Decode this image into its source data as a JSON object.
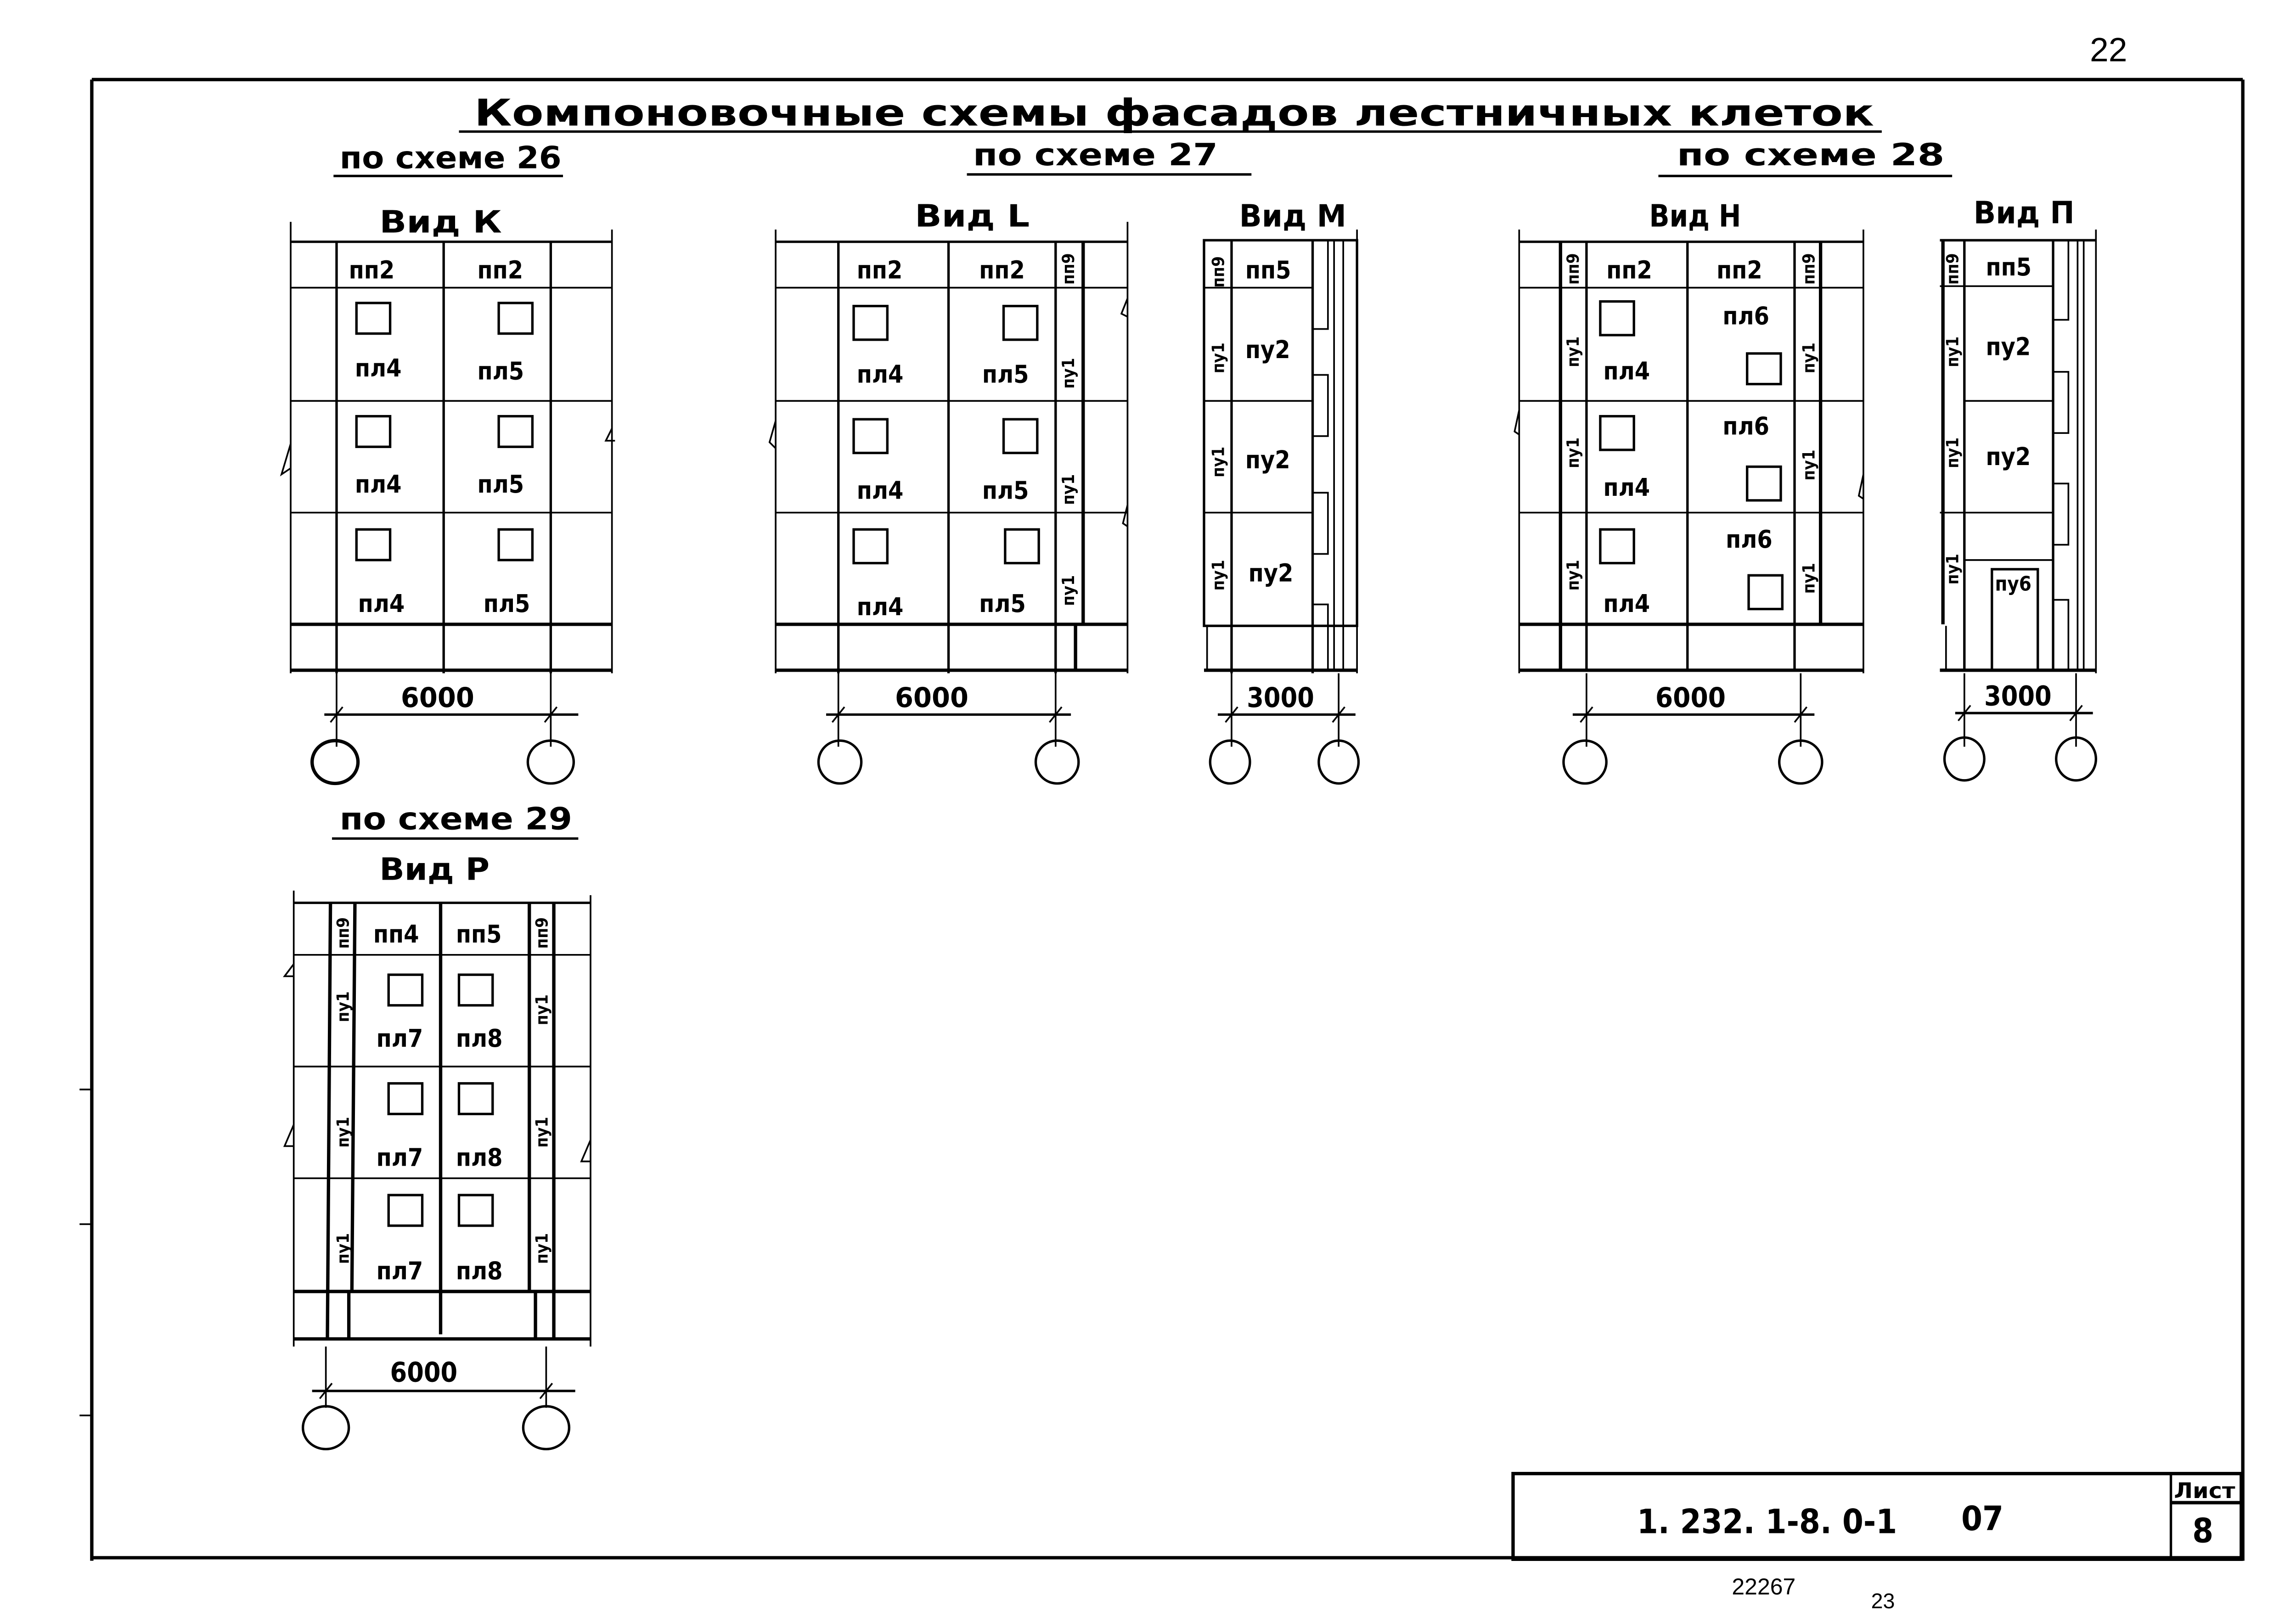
{
  "page": {
    "page_number_top": "22",
    "footer_left_number": "22267",
    "footer_right_number": "23",
    "title": "Компоновочные схемы фасадов лестничных клеток"
  },
  "title_block": {
    "designation": "1. 232. 1-8. 0-1",
    "code": "07",
    "sheet_label": "Лист",
    "sheet_number": "8"
  },
  "schemes": [
    {
      "heading": "по схеме 26",
      "views": [
        {
          "title": "Вид К",
          "dimension": "6000",
          "top_panels": [
            "пп2",
            "пп2"
          ],
          "rows": [
            [
              "пл4",
              "пл5"
            ],
            [
              "пл4",
              "пл5"
            ],
            [
              "пл4",
              "пл5"
            ]
          ]
        }
      ]
    },
    {
      "heading": "по схеме 27",
      "views": [
        {
          "title": "Вид L",
          "dimension": "6000",
          "top_panels": [
            "пп2",
            "пп2"
          ],
          "side_top": "пп9",
          "side_rows": [
            "пу1",
            "пу1",
            "пу1"
          ],
          "rows": [
            [
              "пл4",
              "пл5"
            ],
            [
              "пл4",
              "пл5"
            ],
            [
              "пл4",
              "пл5"
            ]
          ]
        },
        {
          "title": "Вид М",
          "dimension": "3000",
          "top_panels": [
            "пп5"
          ],
          "side_top": "пп9",
          "side_rows": [
            "пу1",
            "пу1",
            "пу1"
          ],
          "rows": [
            [
              "пу2"
            ],
            [
              "пу2"
            ],
            [
              "пу2"
            ]
          ]
        }
      ]
    },
    {
      "heading": "по схеме 28",
      "views": [
        {
          "title": "Вид Н",
          "dimension": "6000",
          "top_panels": [
            "пп2",
            "пп2"
          ],
          "side_top": "пп9",
          "side_rows": [
            "пу1",
            "пу1",
            "пу1"
          ],
          "rows": [
            [
              "пл4",
              "пл6"
            ],
            [
              "пл4",
              "пл6"
            ],
            [
              "пл4",
              "пл6"
            ]
          ]
        },
        {
          "title": "Вид П",
          "dimension": "3000",
          "top_panels": [
            "пп5"
          ],
          "side_top": "пп9",
          "side_rows": [
            "пу1",
            "пу1",
            "пу1"
          ],
          "rows": [
            [
              "пу2"
            ],
            [
              "пу2"
            ],
            [
              "пу6"
            ]
          ]
        }
      ]
    },
    {
      "heading": "по схеме 29",
      "views": [
        {
          "title": "Вид Р",
          "dimension": "6000",
          "top_panels": [
            "пп4",
            "пп5"
          ],
          "side_top": "пп9",
          "side_rows": [
            "пу1",
            "пу1",
            "пу1"
          ],
          "rows": [
            [
              "пл7",
              "пл8"
            ],
            [
              "пл7",
              "пл8"
            ],
            [
              "пл7",
              "пл8"
            ]
          ]
        }
      ]
    }
  ]
}
